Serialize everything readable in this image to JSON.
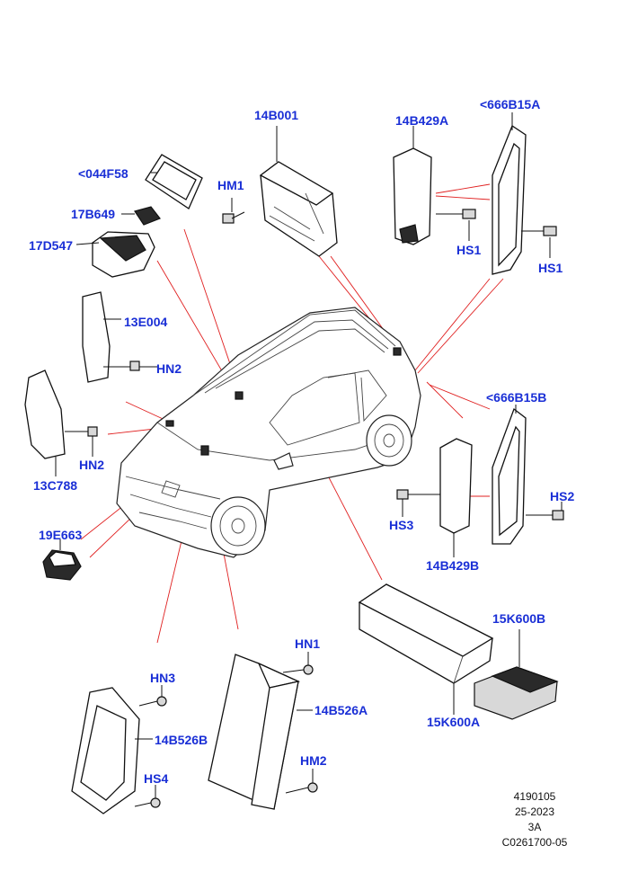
{
  "callouts": {
    "l14B001": "14B001",
    "l14B429A": "14B429A",
    "l666B15A": "<666B15A",
    "l044F58": "<044F58",
    "lHM1": "HM1",
    "l17B649": "17B649",
    "l17D547": "17D547",
    "lHS1a": "HS1",
    "lHS1b": "HS1",
    "l13E004": "13E004",
    "lHN2a": "HN2",
    "lHN2b": "HN2",
    "l13C788": "13C788",
    "l666B15B": "<666B15B",
    "lHS2": "HS2",
    "lHS3": "HS3",
    "l14B429B": "14B429B",
    "l19E663": "19E663",
    "lHN1": "HN1",
    "l15K600B": "15K600B",
    "l14B526A": "14B526A",
    "lHN3": "HN3",
    "l14B526B": "14B526B",
    "l15K600A": "15K600A",
    "lHM2": "HM2",
    "lHS4": "HS4"
  },
  "meta": {
    "line1": "4190105",
    "line2": "25-2023",
    "line3": "3A",
    "line4": "C0261700-05"
  },
  "colors": {
    "callout": "#1a2fd6",
    "leader_red": "#e02020"
  }
}
